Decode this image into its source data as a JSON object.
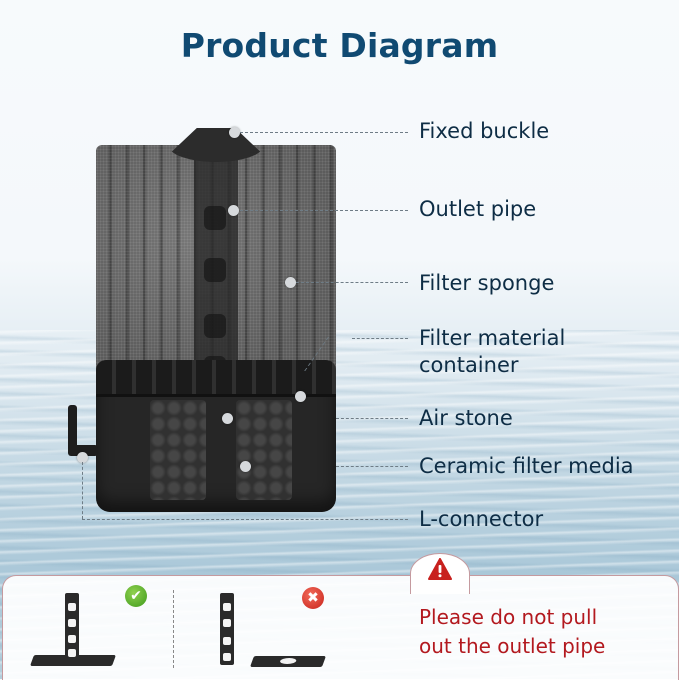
{
  "title": "Product Diagram",
  "labels": [
    {
      "id": "fixed-buckle",
      "text": "Fixed buckle"
    },
    {
      "id": "outlet-pipe",
      "text": "Outlet pipe"
    },
    {
      "id": "filter-sponge",
      "text": "Filter sponge"
    },
    {
      "id": "filter-material-container",
      "line1": "Filter material",
      "line2": "container"
    },
    {
      "id": "air-stone",
      "text": "Air stone"
    },
    {
      "id": "ceramic-filter-media",
      "text": "Ceramic filter media"
    },
    {
      "id": "l-connector",
      "text": "L-connector"
    }
  ],
  "warning": {
    "icon": "warning-triangle-icon",
    "line1": "Please do not pull",
    "line2": "out the outlet pipe",
    "correct_icon": "check-icon",
    "correct_glyph": "✔",
    "wrong_icon": "x-icon",
    "wrong_glyph": "✖"
  },
  "colors": {
    "title": "#104a72",
    "label": "#0e2d45",
    "warning_text": "#b3191f",
    "ok_badge": "#4caa22",
    "no_badge": "#d9322a"
  }
}
